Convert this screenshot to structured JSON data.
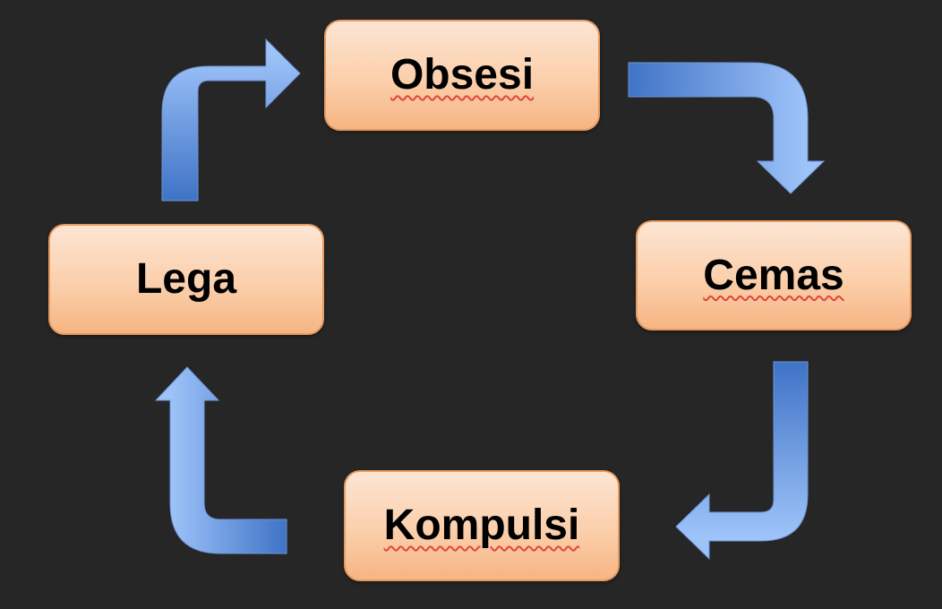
{
  "diagram": {
    "nodes": {
      "obsesi": "Obsesi",
      "cemas": "Cemas",
      "kompulsi": "Kompulsi",
      "lega": "Lega"
    },
    "flow": [
      "Obsesi",
      "Cemas",
      "Kompulsi",
      "Lega"
    ],
    "colors": {
      "background": "#262626",
      "node_fill_top": "#fde5d3",
      "node_fill_bottom": "#f6b583",
      "node_border": "#e59b61",
      "arrow_light": "#97bdf7",
      "arrow_dark": "#3f73c6",
      "spellcheck_underline": "#e2453c"
    }
  }
}
